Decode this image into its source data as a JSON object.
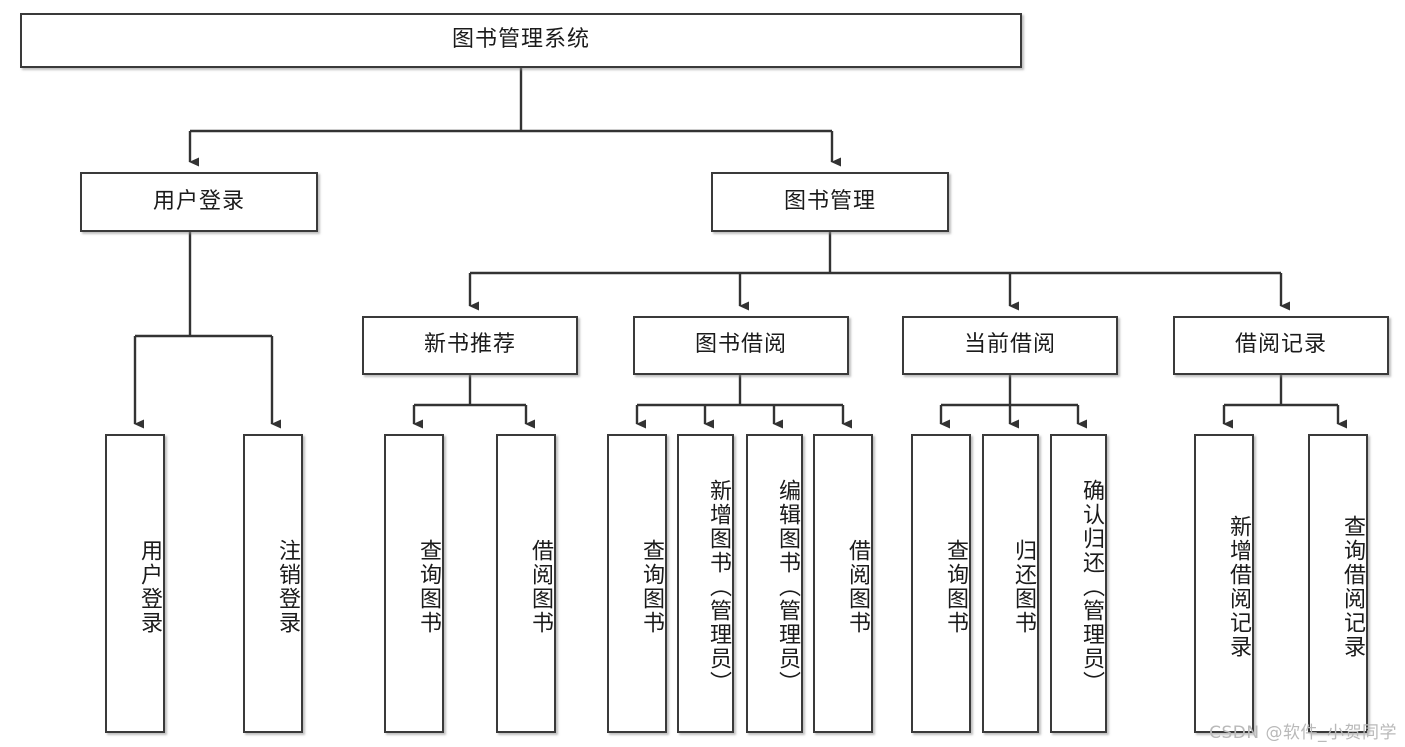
{
  "diagram": {
    "title": "图书管理系统",
    "type": "tree",
    "colors": {
      "box_border": "#3a3a3a",
      "box_fill": "#ffffff",
      "edge": "#333333",
      "text": "#1b1b1b",
      "watermark": "#b9b9b9",
      "background": "#ffffff"
    },
    "nodes": {
      "root": {
        "label": "图书管理系统",
        "orientation": "horizontal"
      },
      "level2": [
        {
          "id": "user-login",
          "label": "用户登录",
          "orientation": "horizontal"
        },
        {
          "id": "book-manage",
          "label": "图书管理",
          "orientation": "horizontal"
        }
      ],
      "level3": [
        {
          "id": "new-book-rec",
          "label": "新书推荐",
          "orientation": "horizontal"
        },
        {
          "id": "book-borrow",
          "label": "图书借阅",
          "orientation": "horizontal"
        },
        {
          "id": "current-borrow",
          "label": "当前借阅",
          "orientation": "horizontal"
        },
        {
          "id": "borrow-record",
          "label": "借阅记录",
          "orientation": "horizontal"
        }
      ],
      "leaves": [
        {
          "id": "leaf-user-login",
          "label": "用户登录",
          "parent": "user-login",
          "orientation": "vertical"
        },
        {
          "id": "leaf-user-logout",
          "label": "注销登录",
          "parent": "user-login",
          "orientation": "vertical"
        },
        {
          "id": "leaf-query-book-1",
          "label": "查询图书",
          "parent": "new-book-rec",
          "orientation": "vertical"
        },
        {
          "id": "leaf-borrow-book-1",
          "label": "借阅图书",
          "parent": "new-book-rec",
          "orientation": "vertical"
        },
        {
          "id": "leaf-query-book-2",
          "label": "查询图书",
          "parent": "book-borrow",
          "orientation": "vertical"
        },
        {
          "id": "leaf-add-book",
          "label": "新增图书（管理员）",
          "parent": "book-borrow",
          "orientation": "vertical"
        },
        {
          "id": "leaf-edit-book",
          "label": "编辑图书（管理员）",
          "parent": "book-borrow",
          "orientation": "vertical"
        },
        {
          "id": "leaf-borrow-book-2",
          "label": "借阅图书",
          "parent": "book-borrow",
          "orientation": "vertical"
        },
        {
          "id": "leaf-query-book-3",
          "label": "查询图书",
          "parent": "current-borrow",
          "orientation": "vertical"
        },
        {
          "id": "leaf-return-book",
          "label": "归还图书",
          "parent": "current-borrow",
          "orientation": "vertical"
        },
        {
          "id": "leaf-confirm-return",
          "label": "确认归还（管理员）",
          "parent": "current-borrow",
          "orientation": "vertical"
        },
        {
          "id": "leaf-add-record",
          "label": "新增借阅记录",
          "parent": "borrow-record",
          "orientation": "vertical"
        },
        {
          "id": "leaf-query-record",
          "label": "查询借阅记录",
          "parent": "borrow-record",
          "orientation": "vertical"
        }
      ]
    },
    "watermark": "CSDN @软件_小贺同学"
  }
}
